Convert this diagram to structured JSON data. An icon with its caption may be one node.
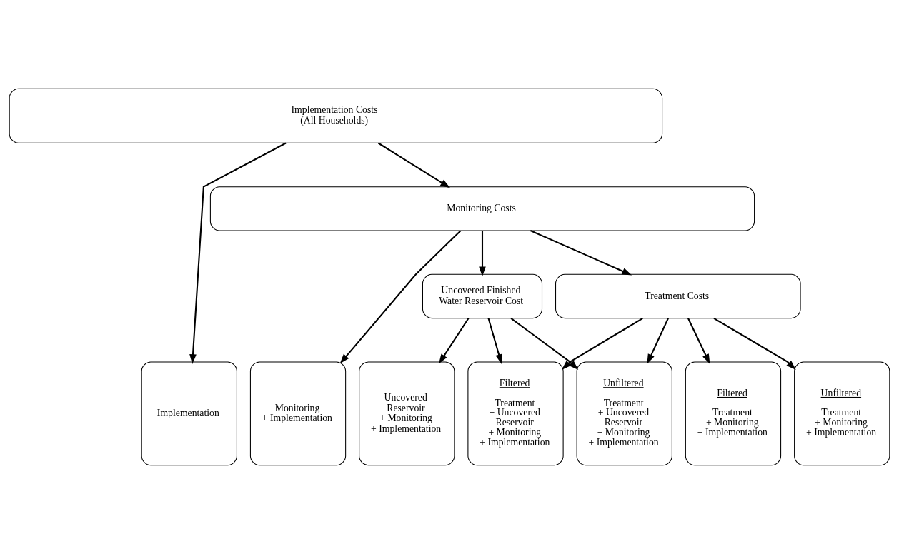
{
  "diagram": {
    "nodes": [
      {
        "text": [
          "Implementation Costs (All Households)"
        ]
      },
      {
        "text": [
          "Monitoring Costs"
        ]
      },
      {
        "text": [
          "Uncovered Finished Water Reservoir Cost"
        ]
      },
      {
        "text": [
          "Treatment Costs"
        ]
      },
      {
        "text": [
          "Implementation"
        ]
      },
      {
        "text": [
          "Monitoring + Implementation"
        ]
      },
      {
        "text": [
          "Uncovered Reservoir + Monitoring + Implementation"
        ]
      },
      {
        "text": [
          "Filtered",
          "Treatment + Uncovered Reservoir + Monitoring + Implementation"
        ]
      },
      {
        "text": [
          "Unfiltered",
          "Treatment + Uncovered Reservoir + Monitoring + Implementation"
        ]
      },
      {
        "text": [
          "Filtered",
          "Treatment + Monitoring + Implementation"
        ]
      },
      {
        "text": [
          "Unfiltered",
          "Treatment + Monitoring + Implementation"
        ]
      }
    ],
    "edges": [
      {
        "from": 0,
        "to": 4,
        "arrow": "to"
      },
      {
        "from": 0,
        "to": 1,
        "arrow": "to"
      },
      {
        "from": 1,
        "to": 5,
        "arrow": "to"
      },
      {
        "from": 1,
        "to": 2,
        "arrow": "to"
      },
      {
        "from": 1,
        "to": 3,
        "arrow": "to"
      },
      {
        "from": 2,
        "to": 6,
        "arrow": "to"
      },
      {
        "from": 2,
        "to": 7,
        "arrow": "to"
      },
      {
        "from": 2,
        "to": 8,
        "arrow": "to"
      },
      {
        "from": 3,
        "to": 7,
        "arrow": "to"
      },
      {
        "from": 3,
        "to": 8,
        "arrow": "to"
      },
      {
        "from": 3,
        "to": 9,
        "arrow": "to"
      },
      {
        "from": 3,
        "to": 10,
        "arrow": "to"
      }
    ]
  }
}
